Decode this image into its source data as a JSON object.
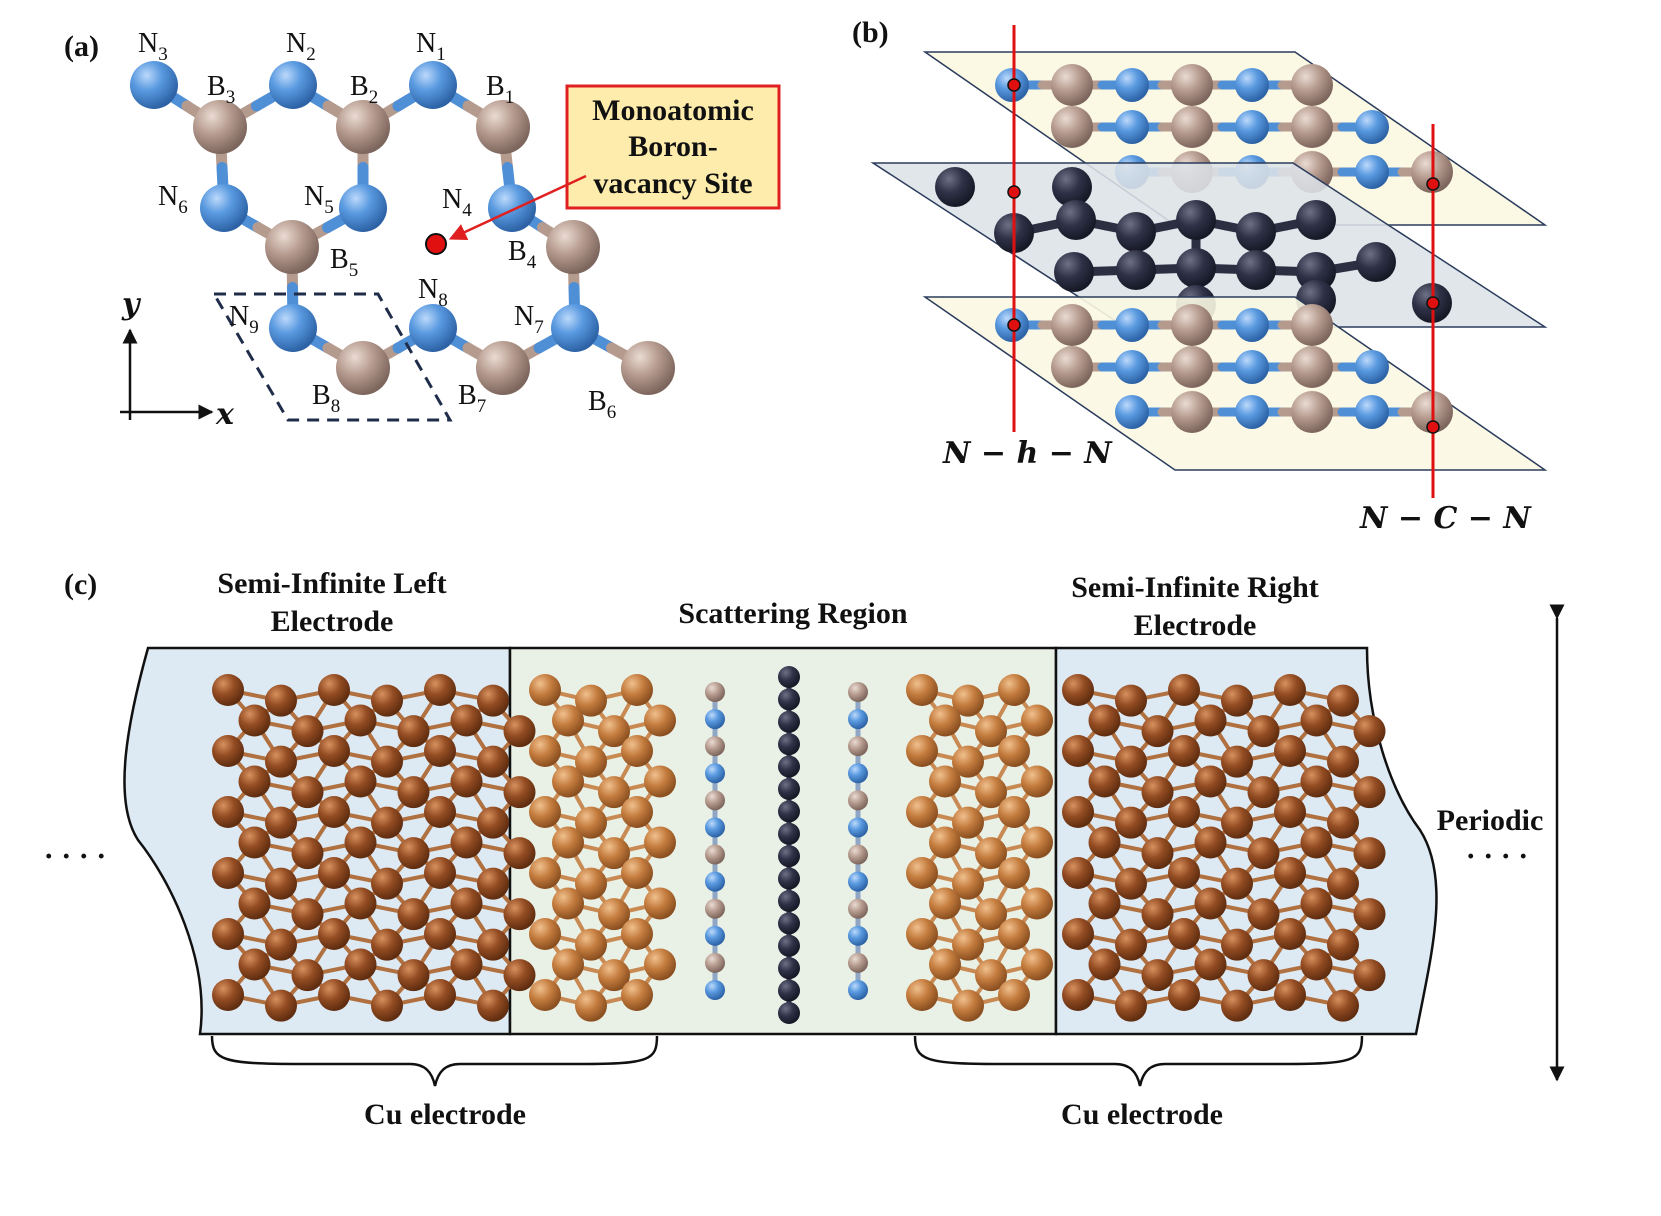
{
  "panels": {
    "a": "(a)",
    "b": "(b)",
    "c": "(c)"
  },
  "panel_a": {
    "atoms": [
      {
        "el": "N",
        "sub": "3"
      },
      {
        "el": "N",
        "sub": "2"
      },
      {
        "el": "N",
        "sub": "1"
      },
      {
        "el": "B",
        "sub": "3"
      },
      {
        "el": "B",
        "sub": "2"
      },
      {
        "el": "B",
        "sub": "1"
      },
      {
        "el": "N",
        "sub": "6"
      },
      {
        "el": "N",
        "sub": "5"
      },
      {
        "el": "N",
        "sub": "4"
      },
      {
        "el": "B",
        "sub": "5"
      },
      {
        "el": "B",
        "sub": "4"
      },
      {
        "el": "N",
        "sub": "9"
      },
      {
        "el": "N",
        "sub": "8"
      },
      {
        "el": "N",
        "sub": "7"
      },
      {
        "el": "B",
        "sub": "8"
      },
      {
        "el": "B",
        "sub": "7"
      },
      {
        "el": "B",
        "sub": "6"
      }
    ],
    "callout": [
      "Monoatomic",
      "Boron-",
      "vacancy Site"
    ],
    "axis_x": "x",
    "axis_y": "y"
  },
  "panel_b": {
    "label_left": "N − h − N",
    "label_right": "N − C − N"
  },
  "panel_c": {
    "left_title": [
      "Semi-Infinite Left",
      "Electrode"
    ],
    "center_title": "Scattering Region",
    "right_title": [
      "Semi-Infinite Right",
      "Electrode"
    ],
    "periodic": "Periodic",
    "ellipsis": "· · · ·",
    "brace_label_left": "Cu electrode",
    "brace_label_right": "Cu electrode"
  },
  "colors": {
    "nitrogen": "#4f8fd6",
    "boron": "#b59a8e",
    "carbon": "#2c2f42",
    "copper_dark": "#8e4a22",
    "copper_light": "#c07a3e",
    "vacancy": "#e01010",
    "callout_bg": "#fdecab",
    "callout_border": "#e02020",
    "electrode_bg": "#dde9f3",
    "scatter_bg": "#e9f0e6",
    "hbn_plane": "#fbf8e3",
    "graphene_plane": "#dde3e8"
  }
}
